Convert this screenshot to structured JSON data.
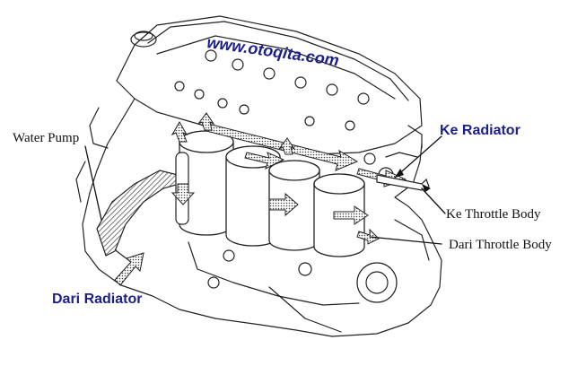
{
  "watermark": "www.otoqita.com",
  "labels": {
    "water_pump": "Water Pump",
    "ke_radiator": "Ke Radiator",
    "ke_throttle_body": "Ke Throttle Body",
    "dari_throttle_body": "Dari Throttle Body",
    "dari_radiator": "Dari Radiator"
  },
  "colors": {
    "label_blue": "#1c1f8a",
    "line": "#222222",
    "coolant_hatch": "#555555"
  },
  "icons": [
    "coolant-flow-arrow",
    "water-pump-hose",
    "cylinder-sleeve"
  ]
}
